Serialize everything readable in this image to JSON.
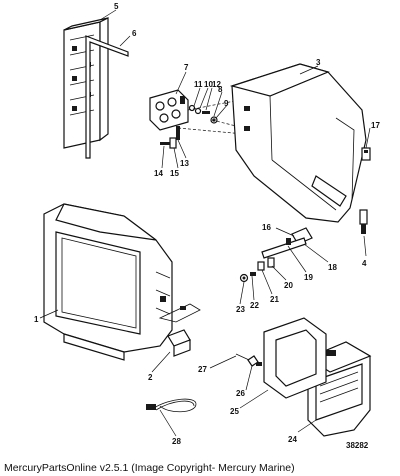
{
  "diagram": {
    "drawing_number": "38282",
    "footer": "MercuryPartsOnline v2.5.1 (Image Copyright- Mercury Marine)",
    "callouts": [
      "1",
      "2",
      "3",
      "4",
      "5",
      "6",
      "7",
      "8",
      "9",
      "10",
      "11",
      "12",
      "13",
      "14",
      "15",
      "16",
      "17",
      "18",
      "19",
      "20",
      "21",
      "22",
      "23",
      "24",
      "25",
      "26",
      "27",
      "28"
    ]
  }
}
